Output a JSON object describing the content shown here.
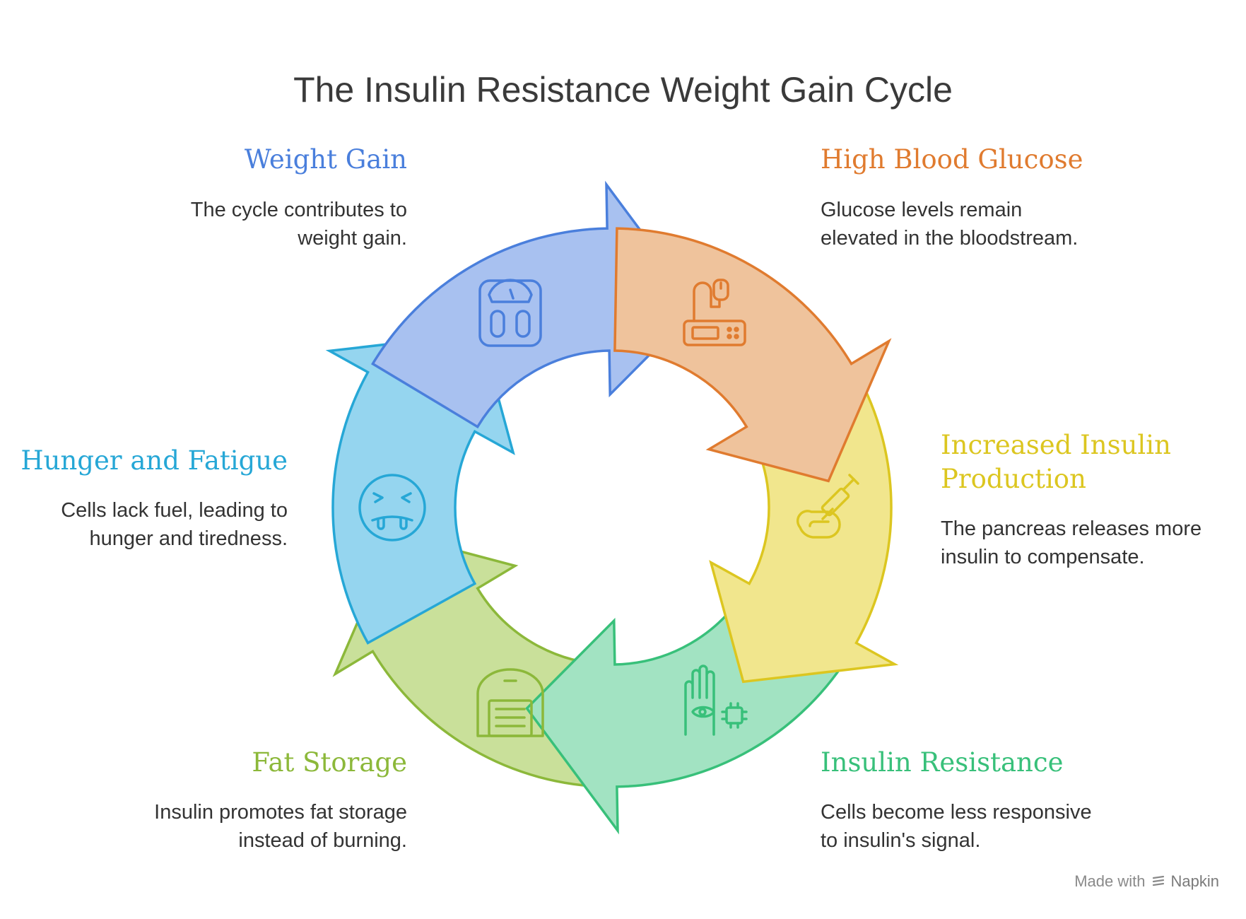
{
  "title": "The Insulin Resistance Weight Gain Cycle",
  "stages": [
    {
      "id": "weight-gain",
      "title": "Weight Gain",
      "description": "The cycle contributes to weight gain.",
      "color": "#4a7fdc",
      "fill": "#a8c1f0",
      "icon": "scale-icon"
    },
    {
      "id": "high-blood-glucose",
      "title": "High Blood Glucose",
      "description": "Glucose levels remain elevated in the bloodstream.",
      "color": "#e07b2f",
      "fill": "#efc39c",
      "icon": "glucose-monitor-icon"
    },
    {
      "id": "increased-insulin-production",
      "title": "Increased Insulin Production",
      "description": "The pancreas releases more insulin to compensate.",
      "color": "#dcc620",
      "fill": "#f1e68d",
      "icon": "syringe-pancreas-icon"
    },
    {
      "id": "insulin-resistance",
      "title": "Insulin Resistance",
      "description": "Cells become less responsive to insulin's signal.",
      "color": "#38c07a",
      "fill": "#a2e3c2",
      "icon": "hand-cell-icon"
    },
    {
      "id": "fat-storage",
      "title": "Fat Storage",
      "description": "Insulin promotes fat storage instead of burning.",
      "color": "#8cb83a",
      "fill": "#c9e09a",
      "icon": "storage-icon"
    },
    {
      "id": "hunger-and-fatigue",
      "title": "Hunger and Fatigue",
      "description": "Cells lack fuel, leading to hunger and tiredness.",
      "color": "#26a7d6",
      "fill": "#95d5ef",
      "icon": "tired-face-icon"
    }
  ],
  "footer": {
    "made_with": "Made with",
    "brand": "Napkin"
  }
}
